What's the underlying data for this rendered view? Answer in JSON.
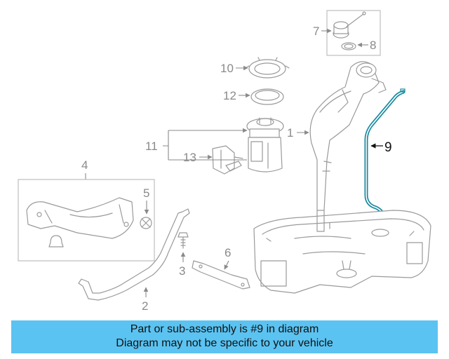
{
  "callouts": {
    "c1": "1",
    "c2": "2",
    "c3": "3",
    "c4": "4",
    "c5": "5",
    "c6": "6",
    "c7": "7",
    "c8": "8",
    "c9": "9",
    "c10": "10",
    "c11": "11",
    "c12": "12",
    "c13": "13"
  },
  "highlight_color": "#1a8aa0",
  "banner": {
    "line1": "Part or sub-assembly is #9 in diagram",
    "line2": "Diagram may not be specific to your vehicle",
    "background": "#5bc3f1"
  }
}
